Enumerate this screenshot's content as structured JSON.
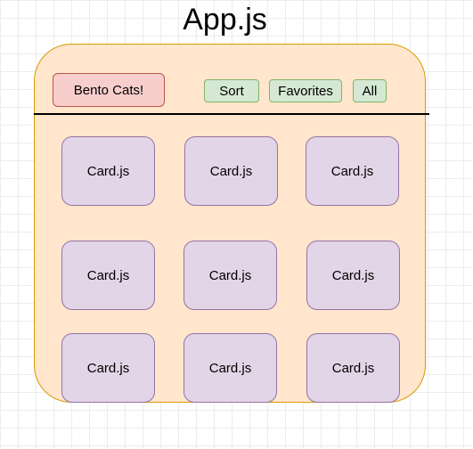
{
  "title": "App.js",
  "header": {
    "brand_label": "Bento Cats!",
    "buttons": [
      "Sort",
      "Favorites",
      "All"
    ]
  },
  "cards": [
    "Card.js",
    "Card.js",
    "Card.js",
    "Card.js",
    "Card.js",
    "Card.js",
    "Card.js",
    "Card.js",
    "Card.js"
  ],
  "colors": {
    "app_fill": "#ffe6cc",
    "app_stroke": "#d79b00",
    "brand_fill": "#f8cecc",
    "brand_stroke": "#b85450",
    "button_fill": "#d5e8d4",
    "button_stroke": "#82b366",
    "card_fill": "#e1d5e7",
    "card_stroke": "#9673a6"
  }
}
